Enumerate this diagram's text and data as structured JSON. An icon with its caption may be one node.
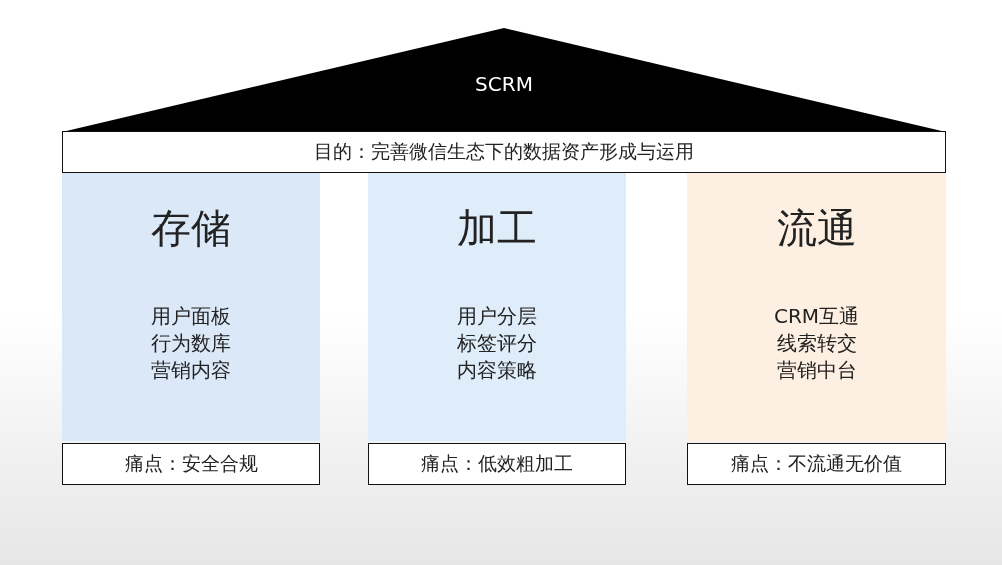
{
  "diagram": {
    "nodes": [
      {
        "text": [
          "SCRM"
        ]
      },
      {
        "text": [
          "目的：完善微信生态下的数据资产形成与运用"
        ]
      },
      {
        "text": [
          "存储",
          "用户面板",
          "行为数库",
          "营销内容"
        ]
      },
      {
        "text": [
          "加工",
          "用户分层",
          "标签评分",
          "内容策略"
        ]
      },
      {
        "text": [
          "流通",
          "CRM互通",
          "线索转交",
          "营销中台"
        ]
      },
      {
        "text": [
          "痛点：安全合规"
        ]
      },
      {
        "text": [
          "痛点：低效粗加工"
        ]
      },
      {
        "text": [
          "痛点：不流通无价值"
        ]
      }
    ],
    "edges": []
  }
}
